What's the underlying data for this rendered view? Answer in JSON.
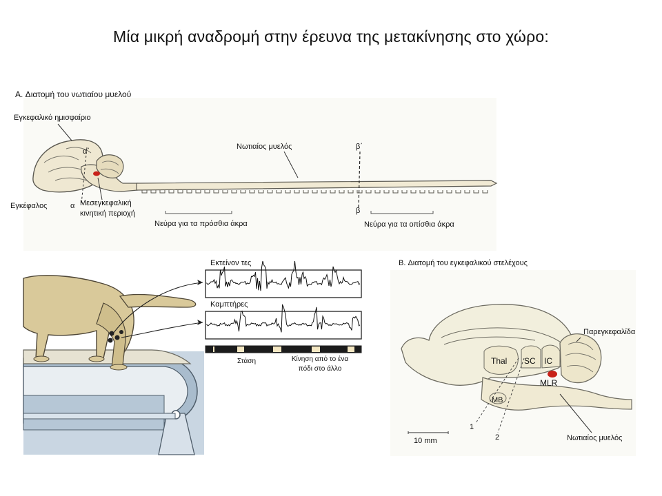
{
  "title": "Μία μικρή αναδρομή στην έρευνα της μετακίνησης στο χώρο:",
  "panel_a": {
    "heading": "A. Διατομή του νωτιαίου μυελού",
    "labels": {
      "hemisphere": "Εγκεφαλικό ημισφαίριο",
      "brain": "Εγκέφαλος",
      "alpha": "α",
      "alpha_prime": "α΄",
      "mlr": "Μεσεγκεφαλική κινητική περιοχή",
      "spinal_cord": "Νωτιαίος μυελός",
      "beta": "β",
      "beta_prime": "β΄",
      "forelimb_nerves": "Νεύρα για τα πρόσθια άκρα",
      "hindlimb_nerves": "Νεύρα για τα οπίσθια άκρα"
    }
  },
  "emg": {
    "extensors": "Εκτείνον τες",
    "flexors": "Καμπτήρες",
    "stance": "Στάση",
    "swing": "Κίνηση από το ένα πόδι στο άλλο"
  },
  "panel_b": {
    "heading": "B. Διατομή του εγκεφαλικού στελέχους",
    "labels": {
      "cerebellum": "Παρεγκεφαλίδα",
      "thal": "Thal",
      "sc": "SC",
      "ic": "IC",
      "mlr": "MLR",
      "mb": "MB",
      "cut1": "1",
      "cut2": "2",
      "scale": "10 mm",
      "spinal_cord": "Νωτιαίος μυελός"
    }
  },
  "colors": {
    "mlr_red": "#c8221a",
    "brain_fill": "#f2efdd",
    "brain_stroke": "#6e6c62",
    "cat_fur": "#d9c99a",
    "treadmill_blue": "#9fb4c8"
  }
}
